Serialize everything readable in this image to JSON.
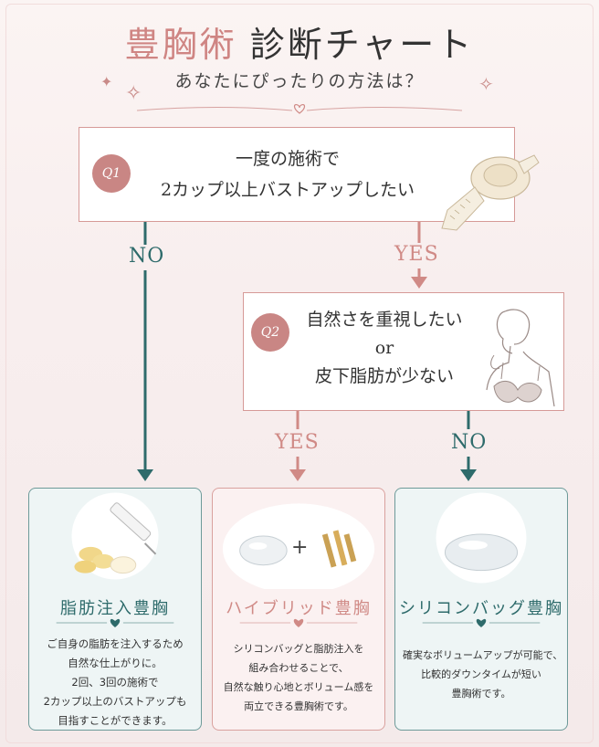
{
  "header": {
    "title_accent": "豊胸術",
    "title_main": "診断チャート",
    "subtitle": "あなたにぴったりの方法は？"
  },
  "q1": {
    "badge": "Q1",
    "lines": [
      "一度の施術で",
      "2カップ以上バストアップしたい"
    ]
  },
  "q2": {
    "badge": "Q2",
    "lines": [
      "自然さを重視したい",
      "or",
      "皮下脂肪が少ない"
    ]
  },
  "branches": {
    "q1_no": "NO",
    "q1_yes": "YES",
    "q2_yes": "YES",
    "q2_no": "NO"
  },
  "results": [
    {
      "title": "脂肪注入豊胸",
      "lines": [
        "ご自身の脂肪を注入するため",
        "自然な仕上がりに。",
        "2回、3回の施術で",
        "2カップ以上のバストアップも",
        "目指すことができます。"
      ]
    },
    {
      "title": "ハイブリッド豊胸",
      "plus": "+",
      "lines": [
        "シリコンバッグと脂肪注入を",
        "組み合わせることで、",
        "自然な触り心地とボリューム感を",
        "両立できる豊胸術です。"
      ]
    },
    {
      "title": "シリコンバッグ豊胸",
      "lines": [
        "確実なボリュームアップが可能で、",
        "比較的ダウンタイムが短い",
        "豊胸術です。"
      ]
    }
  ],
  "colors": {
    "accent_pink": "#cf8583",
    "teal": "#2e6b6b",
    "rose": "#d08a86",
    "background": "#f8eeee"
  }
}
